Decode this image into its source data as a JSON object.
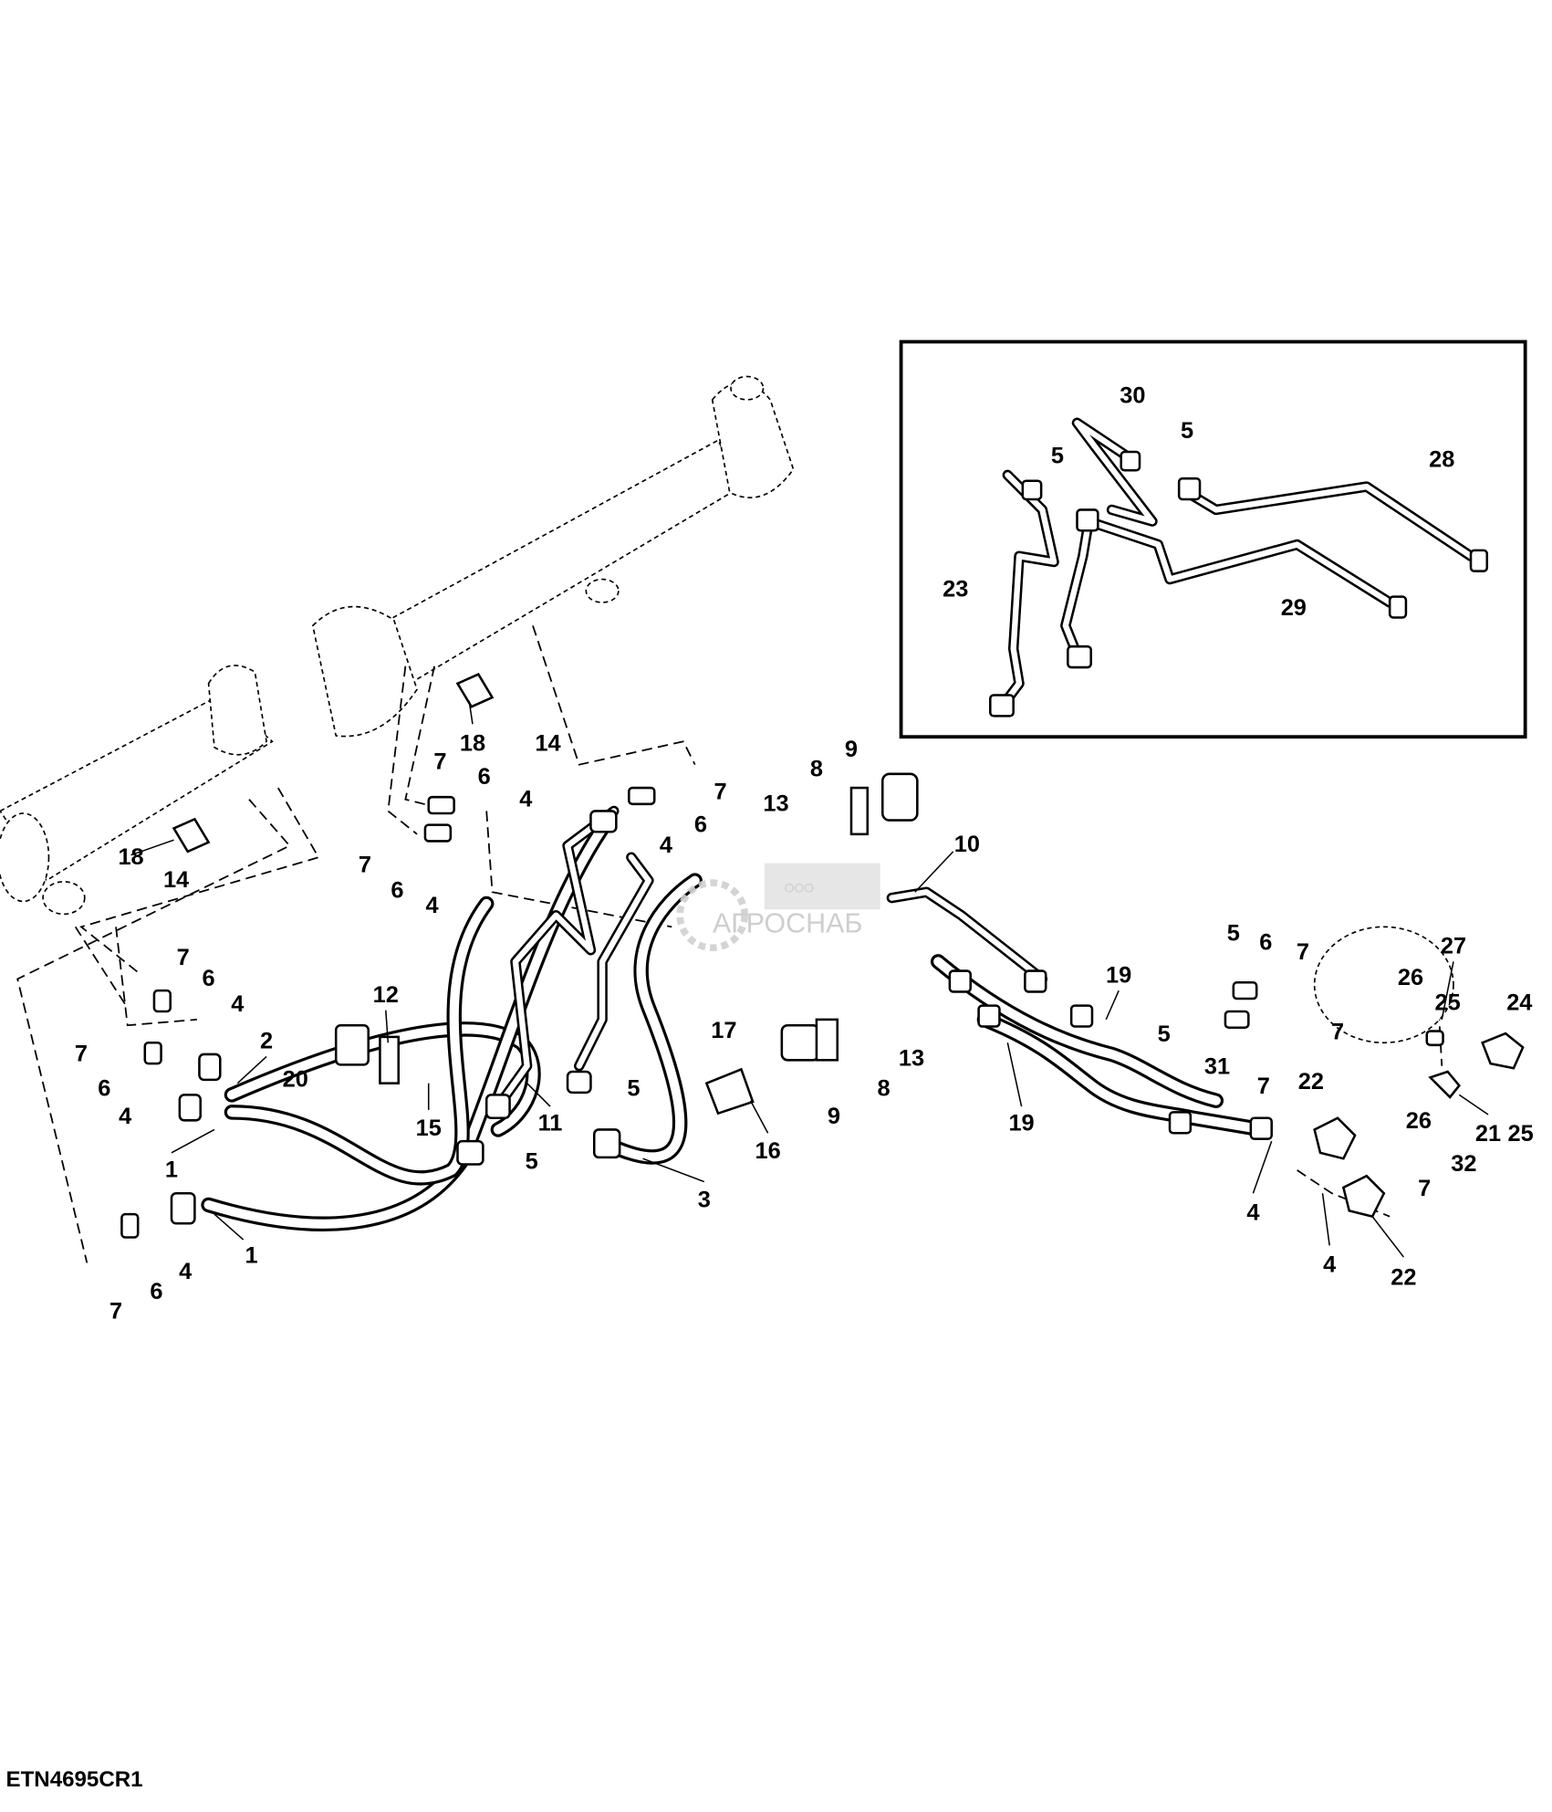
{
  "diagram_code": "ETN4695CR1",
  "watermark": {
    "line1": "ООО",
    "line2": "АГРОСНАБ"
  },
  "inset_callouts": [
    "30",
    "5",
    "5",
    "28",
    "23",
    "29"
  ],
  "callouts": [
    "9",
    "8",
    "13",
    "7",
    "6",
    "4",
    "7",
    "6",
    "4",
    "7",
    "6",
    "4",
    "18",
    "14",
    "18",
    "14",
    "10",
    "7",
    "6",
    "4",
    "7",
    "6",
    "4",
    "2",
    "12",
    "20",
    "1",
    "1",
    "11",
    "15",
    "5",
    "5",
    "3",
    "17",
    "9",
    "16",
    "13",
    "8",
    "19",
    "19",
    "5",
    "6",
    "7",
    "5",
    "31",
    "7",
    "7",
    "22",
    "27",
    "26",
    "25",
    "24",
    "26",
    "21",
    "25",
    "32",
    "7",
    "4",
    "4",
    "22",
    "4",
    "6",
    "7"
  ]
}
